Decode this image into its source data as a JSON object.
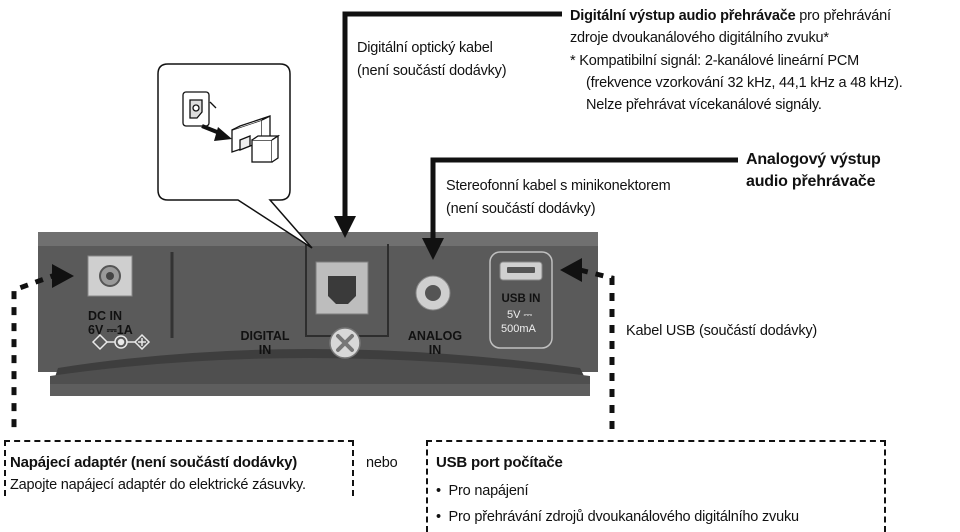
{
  "callouts": {
    "digital_output_title": "Digitální výstup audio přehrávače",
    "digital_output_rest": " pro přehrávání",
    "digital_output_line2": "zdroje dvoukanálového digitálního zvuku*",
    "compat_line1": "*  Kompatibilní signál: 2-kanálové lineární PCM",
    "compat_line2": "(frekvence vzorkování 32 kHz, 44,1 kHz a 48 kHz).",
    "compat_line3": "Nelze přehrávat vícekanálové signály.",
    "optical_cable_line1": "Digitální optický kabel",
    "optical_cable_line2": "(není součástí dodávky)",
    "analog_output_line1": "Analogový výstup",
    "analog_output_line2": "audio přehrávače",
    "stereo_cable_line1": "Stereofonní kabel s minikonektorem",
    "stereo_cable_line2": "(není součástí dodávky)",
    "usb_cable": "Kabel USB (součástí dodávky)"
  },
  "panel": {
    "dc_in_line1": "DC IN",
    "dc_in_line2": "6V ⎓1A",
    "digital_in_line1": "DIGITAL",
    "digital_in_line2": "IN",
    "analog_in_line1": "ANALOG",
    "analog_in_line2": "IN",
    "usb_in_line1": "USB IN",
    "usb_in_line2": "5V ⎓",
    "usb_in_line3": "500mA"
  },
  "boxes": {
    "adapter_title": "Napájecí adaptér (není součástí dodávky)",
    "adapter_text": "Zapojte napájecí adaptér do elektrické zásuvky.",
    "or_label": "nebo",
    "usb_title": "USB port počítače",
    "usb_item1": "Pro napájení",
    "usb_item2": "Pro přehrávání zdrojů dvoukanálového digitálního zvuku"
  },
  "colors": {
    "panel_dark": "#555555",
    "panel_mid": "#6a6a6a",
    "stand": "#5c5c5c",
    "port_light": "#c8c8c8",
    "ink": "#111111"
  }
}
